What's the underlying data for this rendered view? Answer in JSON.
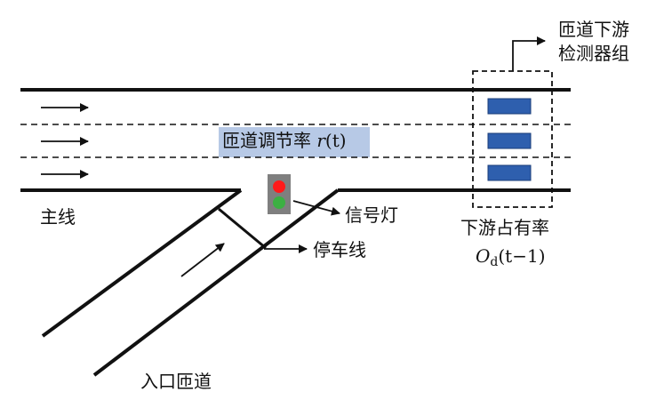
{
  "labels": {
    "ramp_rate_prefix": "匝道调节率 ",
    "ramp_rate_var": "r",
    "ramp_rate_arg": "(t)",
    "detector_group_line1": "匝道下游",
    "detector_group_line2": "检测器组",
    "signal": "信号灯",
    "stop_line": "停车线",
    "mainline": "主线",
    "onramp": "入口匝道",
    "occupancy_title": "下游占有率",
    "occupancy_var": "O",
    "occupancy_sub": "d",
    "occupancy_arg": "(t−1)"
  },
  "colors": {
    "road_line": "#111111",
    "detector_fill": "#2e5fae",
    "detector_stroke": "#1b3e78",
    "rate_box": "#b7c9e6",
    "signal_body": "#7f7f7f",
    "signal_red": "#ff1a1a",
    "signal_green": "#3cb043"
  }
}
